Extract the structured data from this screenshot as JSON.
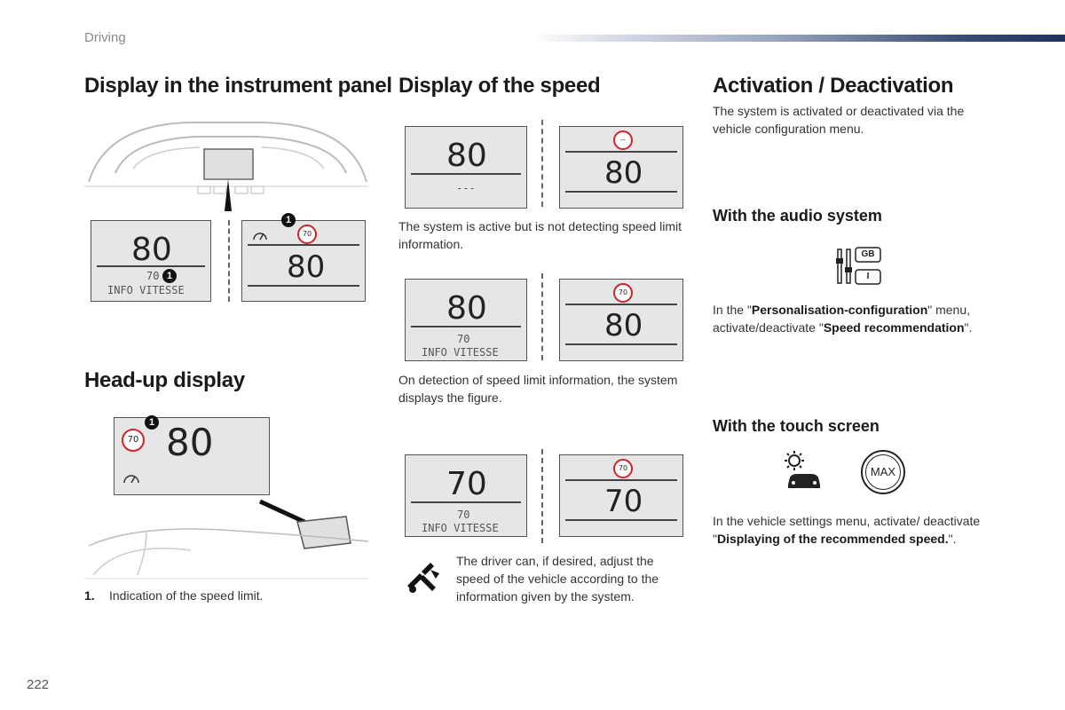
{
  "header": {
    "section": "Driving"
  },
  "page_number": "222",
  "col1": {
    "title_instrument": "Display in the instrument panel",
    "title_hud": "Head-up display",
    "instrument_left": {
      "speed": "80",
      "limit": "70",
      "info": "INFO VITESSE",
      "marker": "1"
    },
    "instrument_right": {
      "speed": "80",
      "sign": "70",
      "marker": "1"
    },
    "hud": {
      "speed": "80",
      "sign": "70",
      "marker": "1"
    },
    "footnote_num": "1.",
    "footnote_text": "Indication of the speed limit."
  },
  "col2": {
    "title": "Display of the speed",
    "pair1": {
      "left_speed": "80",
      "left_sub": "---",
      "right_sign": "--",
      "right_speed": "80"
    },
    "text1": "The system is active but is not detecting speed limit information.",
    "pair2": {
      "left_speed": "80",
      "left_limit": "70",
      "left_info": "INFO VITESSE",
      "right_sign": "70",
      "right_speed": "80"
    },
    "text2": "On detection of speed limit information, the system displays the figure.",
    "pair3": {
      "left_speed": "70",
      "left_limit": "70",
      "left_info": "INFO VITESSE",
      "right_sign": "70",
      "right_speed": "70"
    },
    "text3": "The driver can, if desired, adjust the speed of the vehicle according to the information given by the system."
  },
  "col3": {
    "title": "Activation / Deactivation",
    "intro": "The system is activated or deactivated via the vehicle configuration menu.",
    "audio_title": "With the audio system",
    "audio_icon_labels": {
      "top": "GB",
      "bottom": "I"
    },
    "audio_text_a": "In the \"",
    "audio_text_b": "Personalisation-configuration",
    "audio_text_c": "\" menu, activate/deactivate \"",
    "audio_text_d": "Speed recommendation",
    "audio_text_e": "\".",
    "touch_title": "With the touch screen",
    "max_label": "MAX",
    "touch_text_a": "In the vehicle settings menu, activate/ deactivate \"",
    "touch_text_b": "Displaying of the recommended speed.",
    "touch_text_c": "\"."
  }
}
